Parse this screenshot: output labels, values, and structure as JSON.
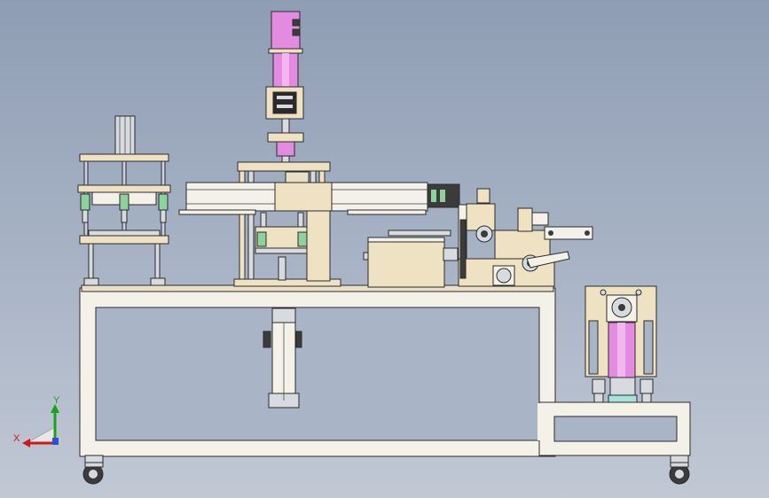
{
  "view": {
    "type": "cad-front-view",
    "background_top": "#8f9db4",
    "background_bottom": "#c1c8d4"
  },
  "colors": {
    "frame": "#f4f1e8",
    "plate": "#e9dfc6",
    "steel": "#d7dade",
    "dark": "#2b2b2b",
    "motor": "#e28be0",
    "motor_dark": "#b964b6",
    "glass": "#a8e0dc",
    "green": "#8fd19e",
    "tan": "#efe2c2"
  },
  "triad": {
    "y_label": "Y",
    "x_label": "X",
    "y_color": "#1aa31a",
    "x_color": "#d01818",
    "z_color": "#2f4fd8"
  }
}
